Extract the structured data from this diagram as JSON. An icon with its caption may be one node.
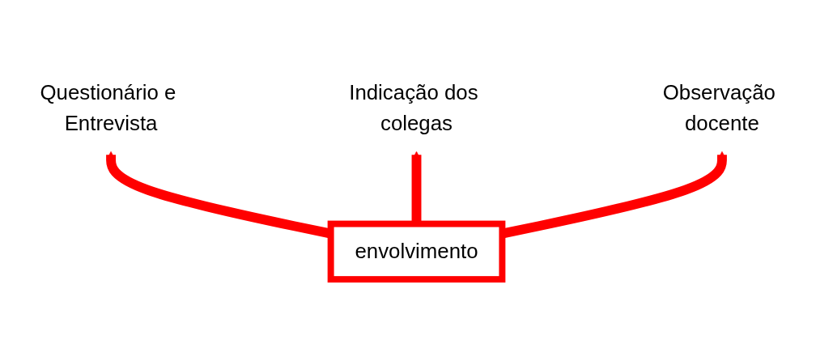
{
  "diagram": {
    "nodes": [
      {
        "text": [
          "Questionário e Entrevista"
        ]
      },
      {
        "text": [
          "Indicação dos colegas"
        ]
      },
      {
        "text": [
          "envolvimento"
        ]
      },
      {
        "text": [
          "Observação docente"
        ]
      }
    ],
    "edges": [
      {
        "from": 2,
        "to": 0,
        "arrow": "to"
      },
      {
        "from": 2,
        "to": 1,
        "arrow": "to"
      },
      {
        "from": 2,
        "to": 3,
        "arrow": "to"
      }
    ]
  }
}
